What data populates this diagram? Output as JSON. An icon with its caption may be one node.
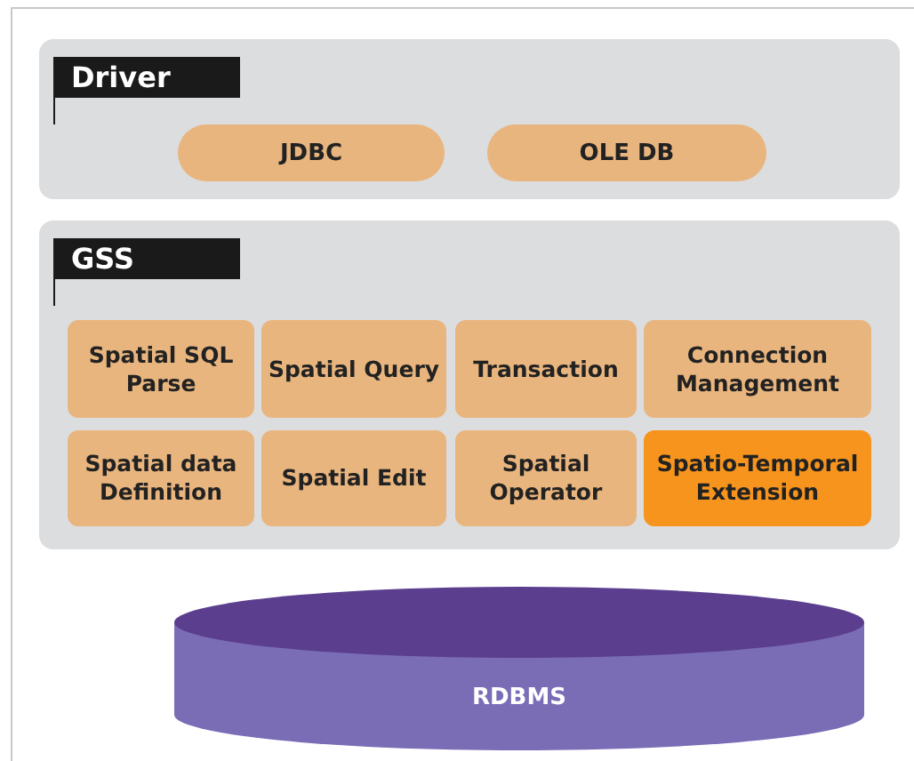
{
  "diagram": {
    "nodes": [
      {
        "text": [
          "Driver"
        ]
      },
      {
        "text": [
          "JDBC"
        ],
        "in": 0
      },
      {
        "text": [
          "OLE DB"
        ],
        "in": 0
      },
      {
        "text": [
          "GSS"
        ]
      },
      {
        "text": [
          "Spatial SQL Parse"
        ],
        "in": 3
      },
      {
        "text": [
          "Spatial Query"
        ],
        "in": 3
      },
      {
        "text": [
          "Transaction"
        ],
        "in": 3
      },
      {
        "text": [
          "Connection Management"
        ],
        "in": 3
      },
      {
        "text": [
          "Spatial data Definition"
        ],
        "in": 3
      },
      {
        "text": [
          "Spatial Edit"
        ],
        "in": 3
      },
      {
        "text": [
          "Spatial Operator"
        ],
        "in": 3
      },
      {
        "text": [
          "Spatio-Temporal Extension"
        ],
        "in": 3
      },
      {
        "text": [
          "RDBMS"
        ]
      }
    ]
  }
}
